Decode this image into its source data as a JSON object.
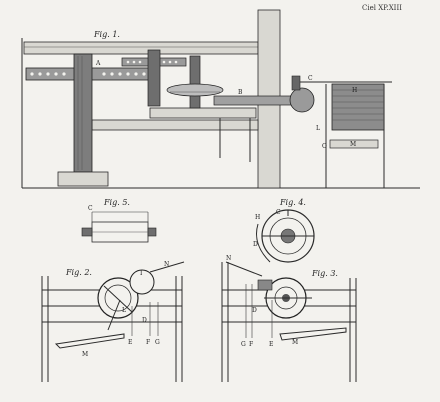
{
  "plate_number": "Ciel XP.XIII",
  "figures": {
    "fig1": {
      "label": "Fig. 1.",
      "letters": [
        "A",
        "B",
        "C",
        "H",
        "L",
        "M",
        "O"
      ]
    },
    "fig2": {
      "label": "Fig. 2.",
      "letters": [
        "N",
        "I",
        "L",
        "D",
        "M",
        "E",
        "F",
        "G"
      ]
    },
    "fig3": {
      "label": "Fig. 3.",
      "letters": [
        "N",
        "D",
        "G",
        "F",
        "E",
        "M"
      ]
    },
    "fig4": {
      "label": "Fig. 4.",
      "letters": [
        "H",
        "C",
        "D"
      ]
    },
    "fig5": {
      "label": "Fig. 5.",
      "letters": [
        "C"
      ]
    }
  }
}
